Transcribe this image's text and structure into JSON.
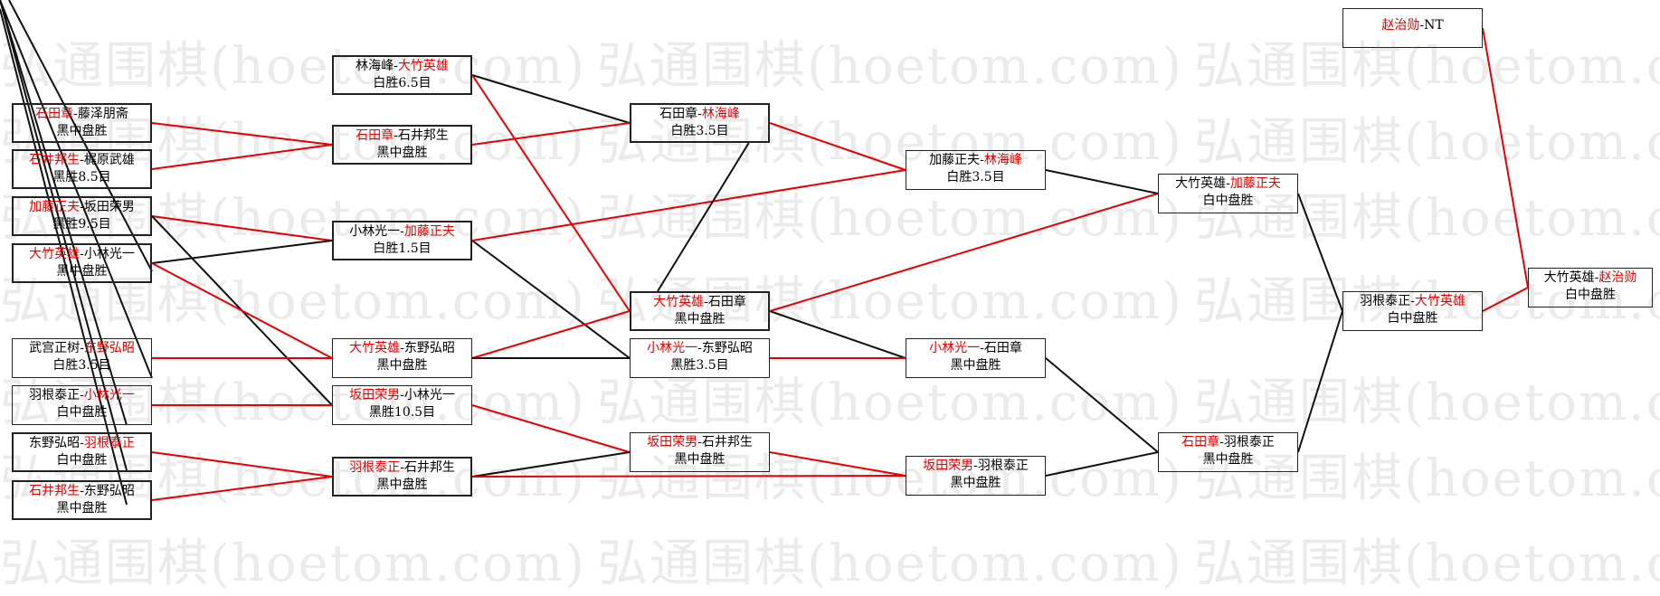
{
  "watermark": "弘通围棋(hoetom.com)",
  "colors": {
    "winner": "#e60000",
    "black_line": "#111111",
    "red_line": "#e60000"
  },
  "rounds": [
    {
      "name": "round1",
      "matches": [
        {
          "id": "r1m1",
          "p1": "石田章",
          "sep": "-",
          "p2": "藤泽朋斋",
          "winner": 1,
          "result": "黑中盘胜",
          "thick": true
        },
        {
          "id": "r1m2",
          "p1": "石井邦生",
          "sep": "-",
          "p2": "梶原武雄",
          "winner": 1,
          "result": "黑胜8.5目",
          "thick": true
        },
        {
          "id": "r1m3",
          "p1": "加藤正夫",
          "sep": "-",
          "p2": "坂田荣男",
          "winner": 1,
          "result": "黑胜9.5目",
          "thick": true
        },
        {
          "id": "r1m4",
          "p1": "大竹英雄",
          "sep": "-",
          "p2": "小林光一",
          "winner": 1,
          "result": "黑中盘胜",
          "thick": true
        },
        {
          "id": "r1m5",
          "p1": "武宫正树",
          "sep": "-",
          "p2": "东野弘昭",
          "winner": 2,
          "result": "白胜3.5目",
          "thick": false
        },
        {
          "id": "r1m6",
          "p1": "羽根泰正",
          "sep": "-",
          "p2": "小林光一",
          "winner": 2,
          "result": "白中盘胜",
          "thick": false
        },
        {
          "id": "r1m7",
          "p1": "东野弘昭",
          "sep": "-",
          "p2": "羽根泰正",
          "winner": 2,
          "result": "白中盘胜",
          "thick": true
        },
        {
          "id": "r1m8",
          "p1": "石井邦生",
          "sep": "-",
          "p2": "东野弘昭",
          "winner": 1,
          "result": "黑中盘胜",
          "thick": true
        }
      ]
    },
    {
      "name": "round2",
      "matches": [
        {
          "id": "r2m1",
          "p1": "林海峰",
          "sep": "-",
          "p2": "大竹英雄",
          "winner": 2,
          "result": "白胜6.5目",
          "thick": true
        },
        {
          "id": "r2m2",
          "p1": "石田章",
          "sep": "-",
          "p2": "石井邦生",
          "winner": 1,
          "result": "黑中盘胜",
          "thick": true
        },
        {
          "id": "r2m3",
          "p1": "小林光一",
          "sep": "-",
          "p2": "加藤正夫",
          "winner": 2,
          "result": "白胜1.5目",
          "thick": true
        },
        {
          "id": "r2m4",
          "p1": "大竹英雄",
          "sep": "-",
          "p2": "东野弘昭",
          "winner": 1,
          "result": "黑中盘胜",
          "thick": false
        },
        {
          "id": "r2m5",
          "p1": "坂田荣男",
          "sep": "-",
          "p2": "小林光一",
          "winner": 1,
          "result": "黑胜10.5目",
          "thick": false
        },
        {
          "id": "r2m6",
          "p1": "羽根泰正",
          "sep": "-",
          "p2": "石井邦生",
          "winner": 1,
          "result": "黑中盘胜",
          "thick": true
        }
      ]
    },
    {
      "name": "round3",
      "matches": [
        {
          "id": "r3m1",
          "p1": "石田章",
          "sep": "-",
          "p2": "林海峰",
          "winner": 2,
          "result": "白胜3.5目",
          "thick": true
        },
        {
          "id": "r3m2",
          "p1": "大竹英雄",
          "sep": "-",
          "p2": "石田章",
          "winner": 1,
          "result": "黑中盘胜",
          "thick": true
        },
        {
          "id": "r3m3",
          "p1": "小林光一",
          "sep": "-",
          "p2": "东野弘昭",
          "winner": 1,
          "result": "黑胜3.5目",
          "thick": false
        },
        {
          "id": "r3m4",
          "p1": "坂田荣男",
          "sep": "-",
          "p2": "石井邦生",
          "winner": 1,
          "result": "黑中盘胜",
          "thick": false
        }
      ]
    },
    {
      "name": "round4",
      "matches": [
        {
          "id": "r4m1",
          "p1": "加藤正夫",
          "sep": "-",
          "p2": "林海峰",
          "winner": 2,
          "result": "白胜3.5目",
          "thick": false
        },
        {
          "id": "r4m2",
          "p1": "小林光一",
          "sep": "-",
          "p2": "石田章",
          "winner": 1,
          "result": "黑中盘胜",
          "thick": false
        },
        {
          "id": "r4m3",
          "p1": "坂田荣男",
          "sep": "-",
          "p2": "羽根泰正",
          "winner": 1,
          "result": "黑中盘胜",
          "thick": false
        }
      ]
    },
    {
      "name": "round5",
      "matches": [
        {
          "id": "r5m1",
          "p1": "大竹英雄",
          "sep": "-",
          "p2": "加藤正夫",
          "winner": 2,
          "result": "白中盘胜",
          "thick": false
        },
        {
          "id": "r5m2",
          "p1": "石田章",
          "sep": "-",
          "p2": "羽根泰正",
          "winner": 1,
          "result": "黑中盘胜",
          "thick": false
        }
      ]
    },
    {
      "name": "round6",
      "matches": [
        {
          "id": "r6m1",
          "p1": "羽根泰正",
          "sep": "-",
          "p2": "大竹英雄",
          "winner": 2,
          "result": "白中盘胜",
          "thick": false
        }
      ]
    },
    {
      "name": "final",
      "matches": [
        {
          "id": "f1",
          "p1": "赵治勋",
          "sep": "-",
          "p2": "NT",
          "winner": 1,
          "result": "",
          "thick": false
        },
        {
          "id": "f2",
          "p1": "大竹英雄",
          "sep": "-",
          "p2": "赵治勋",
          "winner": 2,
          "result": "白中盘胜",
          "thick": false
        }
      ]
    }
  ],
  "connections": [
    {
      "from": "r1m1",
      "to": "r2m2",
      "color": "red_line"
    },
    {
      "from": "r1m2",
      "to": "r2m2",
      "color": "red_line"
    },
    {
      "from": "r1m3",
      "to": "r2m3",
      "color": "red_line"
    },
    {
      "from": "r1m3",
      "to": "r2m5",
      "color": "black_line"
    },
    {
      "from": "r1m4",
      "to": "r2m3",
      "color": "black_line"
    },
    {
      "from": "r1m4",
      "to": "r2m4",
      "color": "red_line"
    },
    {
      "from": "r1m5",
      "to": "r2m4",
      "color": "red_line"
    },
    {
      "from": "r1m6",
      "to": "r2m5",
      "color": "red_line"
    },
    {
      "from": "r1m7",
      "to": "r2m6",
      "color": "red_line"
    },
    {
      "from": "r1m8",
      "to": "r2m6",
      "color": "red_line"
    },
    {
      "from": "r2m1",
      "to": "r3m1",
      "color": "black_line"
    },
    {
      "from": "r2m1",
      "to": "r3m2",
      "color": "red_line"
    },
    {
      "from": "r2m2",
      "to": "r3m1",
      "color": "red_line"
    },
    {
      "from": "r2m3",
      "to": "r3m3",
      "color": "black_line"
    },
    {
      "from": "r2m3",
      "to": "r4m1",
      "color": "red_line"
    },
    {
      "from": "r2m4",
      "to": "r3m2",
      "color": "red_line"
    },
    {
      "from": "r2m4",
      "to": "r3m3",
      "color": "black_line"
    },
    {
      "from": "r2m5",
      "to": "r3m4",
      "color": "red_line"
    },
    {
      "from": "r2m6",
      "to": "r3m4",
      "color": "black_line"
    },
    {
      "from": "r2m6",
      "to": "r4m3",
      "color": "red_line"
    },
    {
      "from": "r3m1",
      "to": "r4m1",
      "color": "red_line"
    },
    {
      "from": "r3m2",
      "to": "r3m1",
      "color": "black_line"
    },
    {
      "from": "r3m2",
      "to": "r4m2",
      "color": "black_line"
    },
    {
      "from": "r3m2",
      "to": "r5m1",
      "color": "red_line"
    },
    {
      "from": "r3m3",
      "to": "r4m2",
      "color": "red_line"
    },
    {
      "from": "r3m4",
      "to": "r4m3",
      "color": "red_line"
    },
    {
      "from": "r4m1",
      "to": "r5m1",
      "color": "black_line"
    },
    {
      "from": "r4m2",
      "to": "r5m2",
      "color": "black_line"
    },
    {
      "from": "r4m3",
      "to": "r5m2",
      "color": "black_line"
    },
    {
      "from": "r5m1",
      "to": "r6m1",
      "color": "black_line"
    },
    {
      "from": "r5m2",
      "to": "r6m1",
      "color": "black_line"
    },
    {
      "from": "r6m1",
      "to": "f2",
      "color": "red_line"
    },
    {
      "from": "f1",
      "to": "f2",
      "color": "red_line"
    }
  ]
}
